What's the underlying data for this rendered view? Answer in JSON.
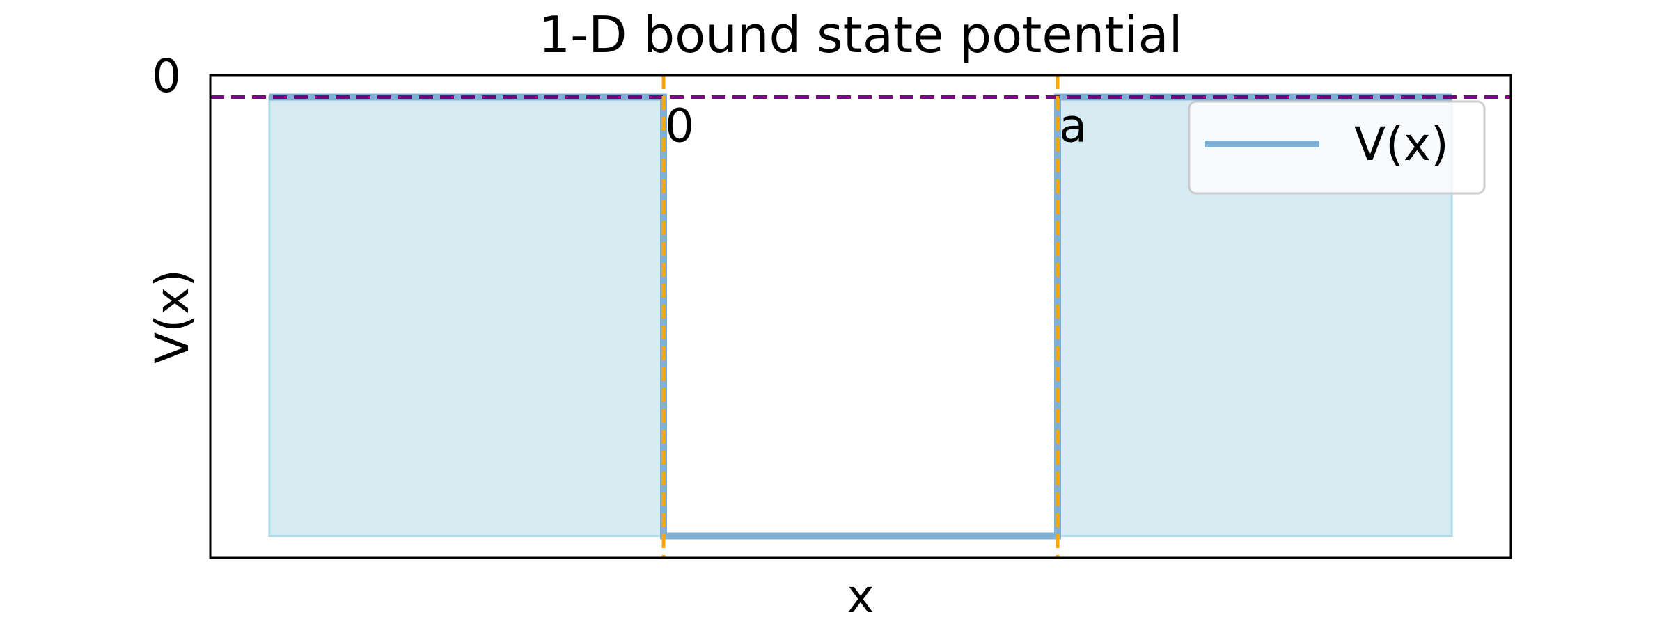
{
  "chart_data": {
    "type": "line",
    "title": "1-D bound state potential",
    "xlabel": "x",
    "ylabel": "V(x)",
    "xlim": [
      -1.15,
      2.15
    ],
    "ylim": [
      -1.05,
      0.05
    ],
    "x": [
      -1,
      0,
      0,
      1,
      1,
      2
    ],
    "series": [
      {
        "name": "V(x)",
        "y": [
          0,
          0,
          -1,
          -1,
          0,
          0
        ],
        "color": "#7fb1d6"
      }
    ],
    "fill_regions": [
      {
        "x0": -1,
        "x1": 0,
        "y0": -1,
        "y1": 0
      },
      {
        "x0": 1,
        "x1": 2,
        "y0": -1,
        "y1": 0
      }
    ],
    "fill_color": "#add8e6",
    "reference_line": {
      "y": 0,
      "color": "#800080",
      "style": "dashed"
    },
    "boundary_lines": [
      {
        "x": 0,
        "label": "0"
      },
      {
        "x": 1,
        "label": "a"
      }
    ],
    "boundary_color": "#ffa500",
    "yticks": [
      {
        "value": 0.05,
        "label": "0"
      }
    ],
    "grid": false,
    "legend": {
      "placement": "top-right",
      "entries": [
        "V(x)"
      ]
    }
  }
}
